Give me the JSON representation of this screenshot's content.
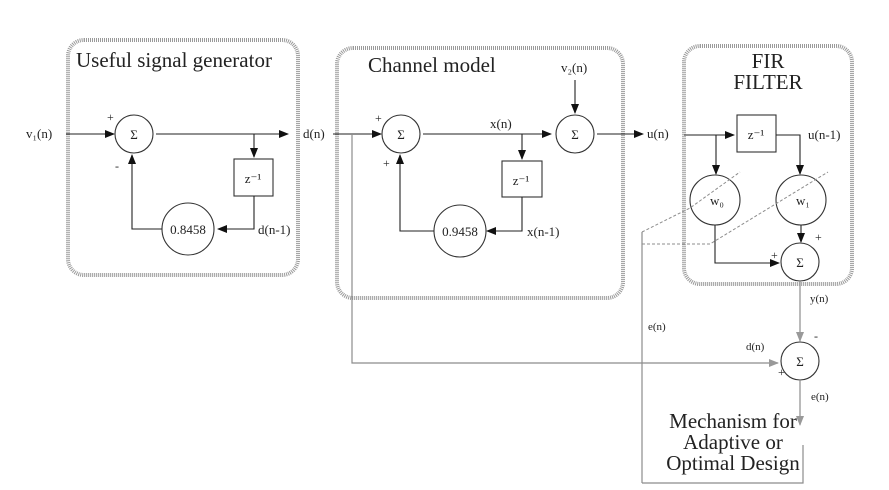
{
  "diagram": {
    "groups": {
      "generator": {
        "title": "Useful signal generator"
      },
      "channel": {
        "title": "Channel model"
      },
      "fir": {
        "title_line1": "FIR",
        "title_line2": "FILTER"
      }
    },
    "generator": {
      "input_label": "v₁(n)",
      "sum_symbol": "Σ",
      "sum_sign_top": "+",
      "sum_sign_bottom": "-",
      "delay_label": "z⁻¹",
      "delay_output_label": "d(n-1)",
      "coefficient": "0.8458",
      "output_label": "d(n)"
    },
    "channel": {
      "sum_symbol": "Σ",
      "sum_sign_top": "+",
      "sum_sign_bottom": "+",
      "signal_label": "x(n)",
      "delay_label": "z⁻¹",
      "delay_output_label": "x(n-1)",
      "coefficient": "0.9458",
      "noise_label": "v₂(n)",
      "noise_sum_symbol": "Σ",
      "output_label": "u(n)"
    },
    "fir": {
      "delay_label": "z⁻¹",
      "delayed_label": "u(n-1)",
      "weight0": "w₀",
      "weight1": "w₁",
      "sum_symbol": "Σ",
      "sum_sign_left": "+",
      "sum_sign_top": "+",
      "output_label": "y(n)"
    },
    "error": {
      "sum_symbol": "Σ",
      "sign_top": "-",
      "sign_left": "+",
      "desired_label": "d(n)",
      "error_label": "e(n)",
      "feedback_label": "e(n)"
    },
    "mechanism": {
      "line1": "Mechanism for",
      "line2": "Adaptive or",
      "line3": "Optimal Design"
    }
  }
}
